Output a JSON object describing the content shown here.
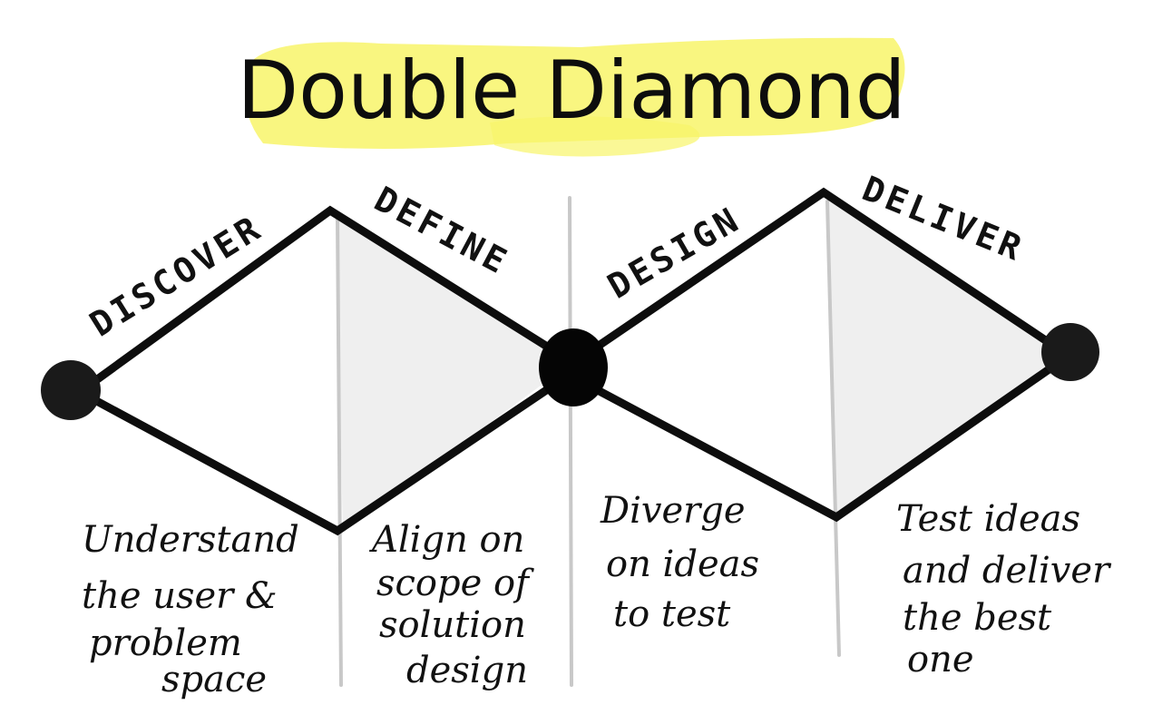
{
  "title": "Double Diamond",
  "colors": {
    "highlight": "#f8f56a",
    "shade": "#efefef",
    "ink": "#111111",
    "divider": "#c8c8c8"
  },
  "phases": [
    {
      "label": "DISCOVER",
      "description": [
        "Understand",
        "the user &",
        "problem",
        "space"
      ]
    },
    {
      "label": "DEFINE",
      "description": [
        "Align on",
        "scope of",
        "solution",
        "design"
      ]
    },
    {
      "label": "DESIGN",
      "description": [
        "Diverge",
        "on ideas",
        "to test"
      ]
    },
    {
      "label": "DELIVER",
      "description": [
        "Test ideas",
        "and deliver",
        "the best",
        "one"
      ]
    }
  ]
}
